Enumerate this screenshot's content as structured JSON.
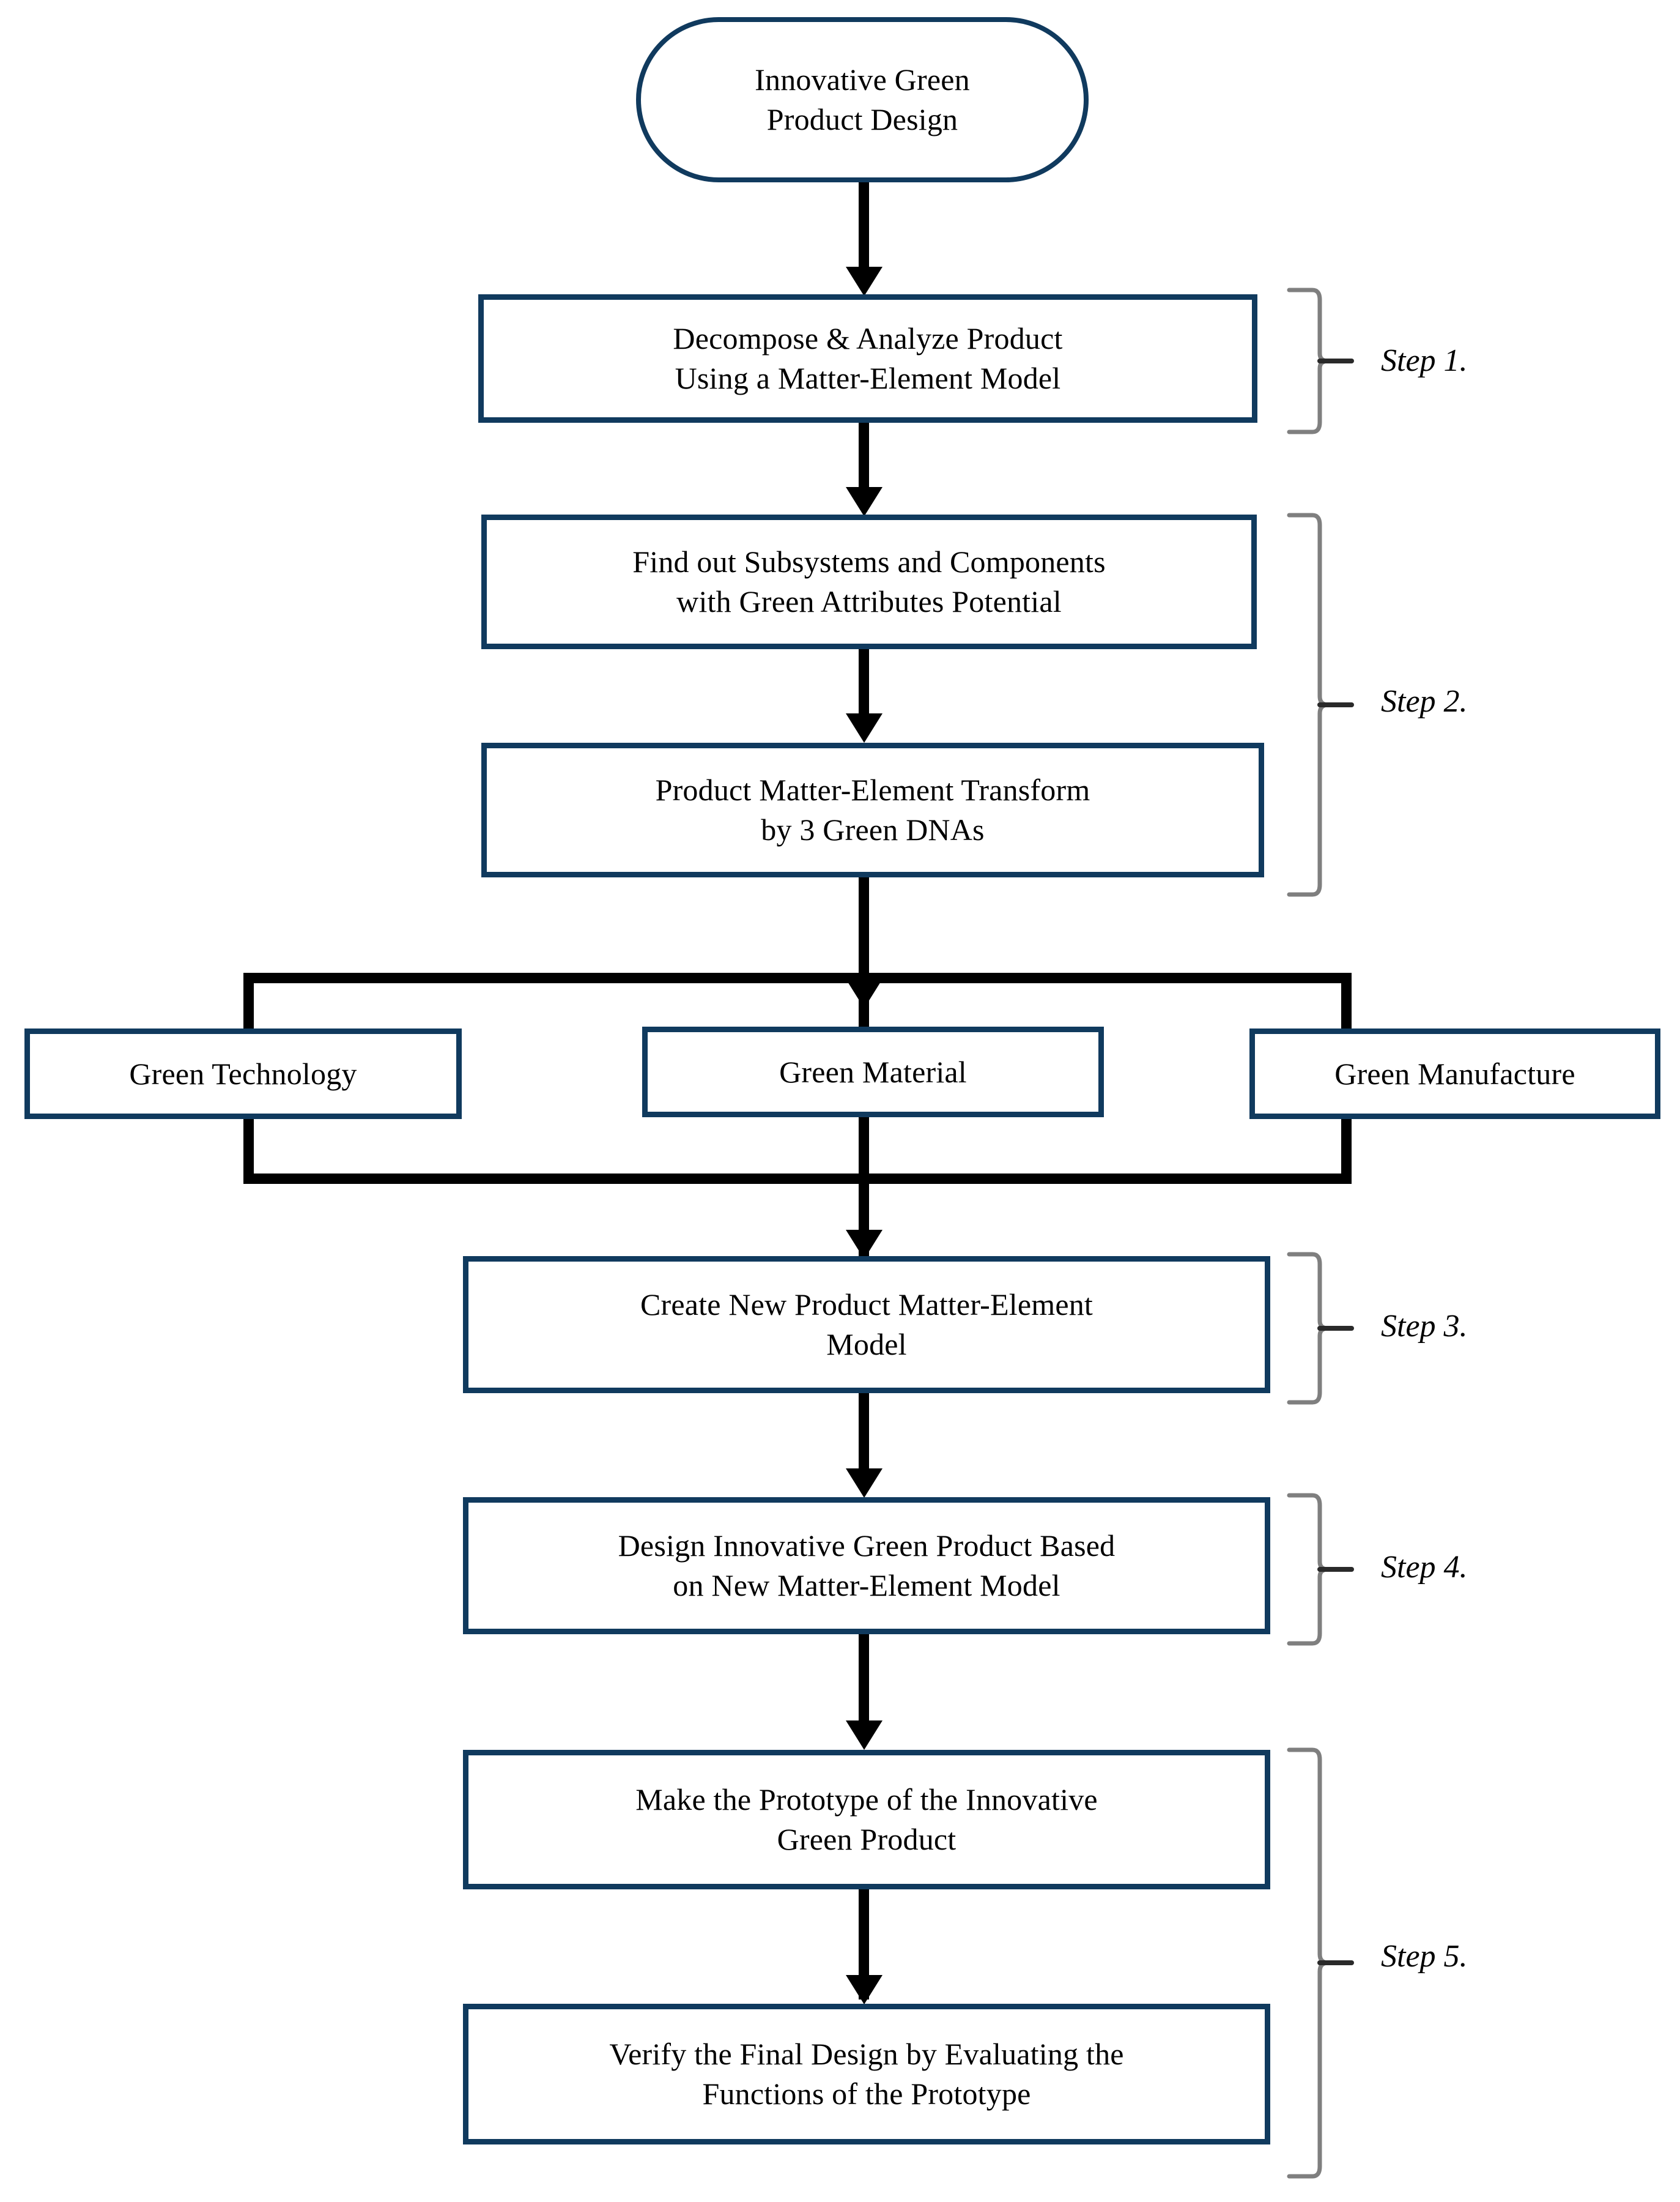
{
  "diagram": {
    "title_node": {
      "label": "Innovative Green\nProduct Design"
    },
    "process_nodes": [
      {
        "id": "decompose",
        "label": "Decompose & Analyze Product\nUsing a Matter-Element Model"
      },
      {
        "id": "find-subsystems",
        "label": "Find out Subsystems and Components\nwith  Green Attributes Potential"
      },
      {
        "id": "matter-element-transform",
        "label": "Product Matter-Element Transform\nby 3 Green DNAs"
      },
      {
        "id": "create-new-model",
        "label": "Create New Product Matter-Element\nModel"
      },
      {
        "id": "design-green-product",
        "label": "Design Innovative Green Product Based\non New Matter-Element Model"
      },
      {
        "id": "make-prototype",
        "label": "Make the Prototype of the Innovative\nGreen Product"
      },
      {
        "id": "verify-design",
        "label": "Verify  the Final Design by Evaluating the\nFunctions of  the Prototype"
      }
    ],
    "branch_nodes": [
      {
        "id": "green-technology",
        "label": "Green Technology"
      },
      {
        "id": "green-material",
        "label": "Green Material"
      },
      {
        "id": "green-manufacture",
        "label": "Green Manufacture"
      }
    ],
    "steps": [
      {
        "id": "step-1",
        "label": "Step 1."
      },
      {
        "id": "step-2",
        "label": "Step 2."
      },
      {
        "id": "step-3",
        "label": "Step 3."
      },
      {
        "id": "step-4",
        "label": "Step 4."
      },
      {
        "id": "step-5",
        "label": "Step 5."
      }
    ],
    "colors": {
      "node_border": "#103A5E",
      "connector": "#000000",
      "brace": "#7F7F7F",
      "background": "#FFFFFF",
      "text": "#000000"
    }
  }
}
